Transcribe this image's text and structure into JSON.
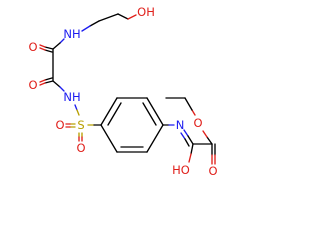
{
  "atoms": [
    {
      "id": "oh_label",
      "text": "OH",
      "color": "#e0201b"
    },
    {
      "id": "nh_top_label",
      "text": "NH",
      "color": "#1c1cf0"
    },
    {
      "id": "o_upper_label",
      "text": "O",
      "color": "#e0201b"
    },
    {
      "id": "o_lower_label",
      "text": "O",
      "color": "#e0201b"
    },
    {
      "id": "nh_sulfonamide_label",
      "text": "NH",
      "color": "#1c1cf0"
    },
    {
      "id": "o_sulfonyl_left_label",
      "text": "O",
      "color": "#e0201b"
    },
    {
      "id": "s_label",
      "text": "S",
      "color": "#b8a000"
    },
    {
      "id": "o_sulfonyl_bottom_label",
      "text": "O",
      "color": "#e0201b"
    },
    {
      "id": "n_imine_label",
      "text": "N",
      "color": "#1c1cf0"
    },
    {
      "id": "ho_label",
      "text": "HO",
      "color": "#e0201b"
    },
    {
      "id": "o_ester_label",
      "text": "O",
      "color": "#e0201b"
    },
    {
      "id": "o_carbonyl_label",
      "text": "O",
      "color": "#e0201b"
    }
  ]
}
